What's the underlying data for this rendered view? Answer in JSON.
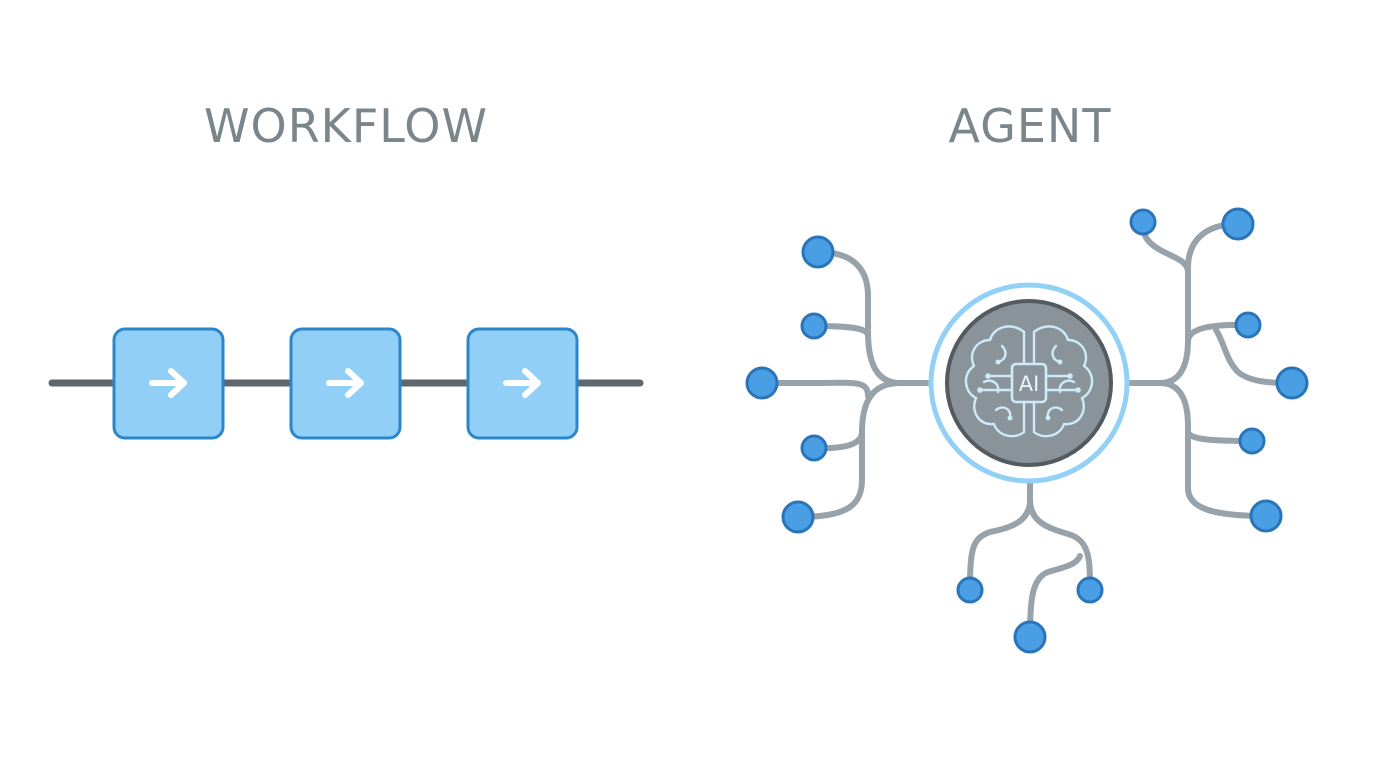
{
  "workflow": {
    "title": "WORKFLOW",
    "steps": [
      {
        "icon": "arrow-right-icon"
      },
      {
        "icon": "arrow-right-icon"
      },
      {
        "icon": "arrow-right-icon"
      }
    ]
  },
  "agent": {
    "title": "AGENT",
    "core_label": "AI",
    "core_icon": "brain-icon",
    "node_icon": "node-dot"
  },
  "colors": {
    "title": "#7b858c",
    "step_fill": "#92cff6",
    "step_border": "#2c86cc",
    "track": "#5f676e",
    "branch": "#97a2ab",
    "node_fill": "#4a9ee4",
    "node_border": "#2a74ba",
    "core_ring": "#93d0f6",
    "core_fill": "#8a9399",
    "core_border": "#535a60",
    "brain": "#cdeaf9"
  }
}
